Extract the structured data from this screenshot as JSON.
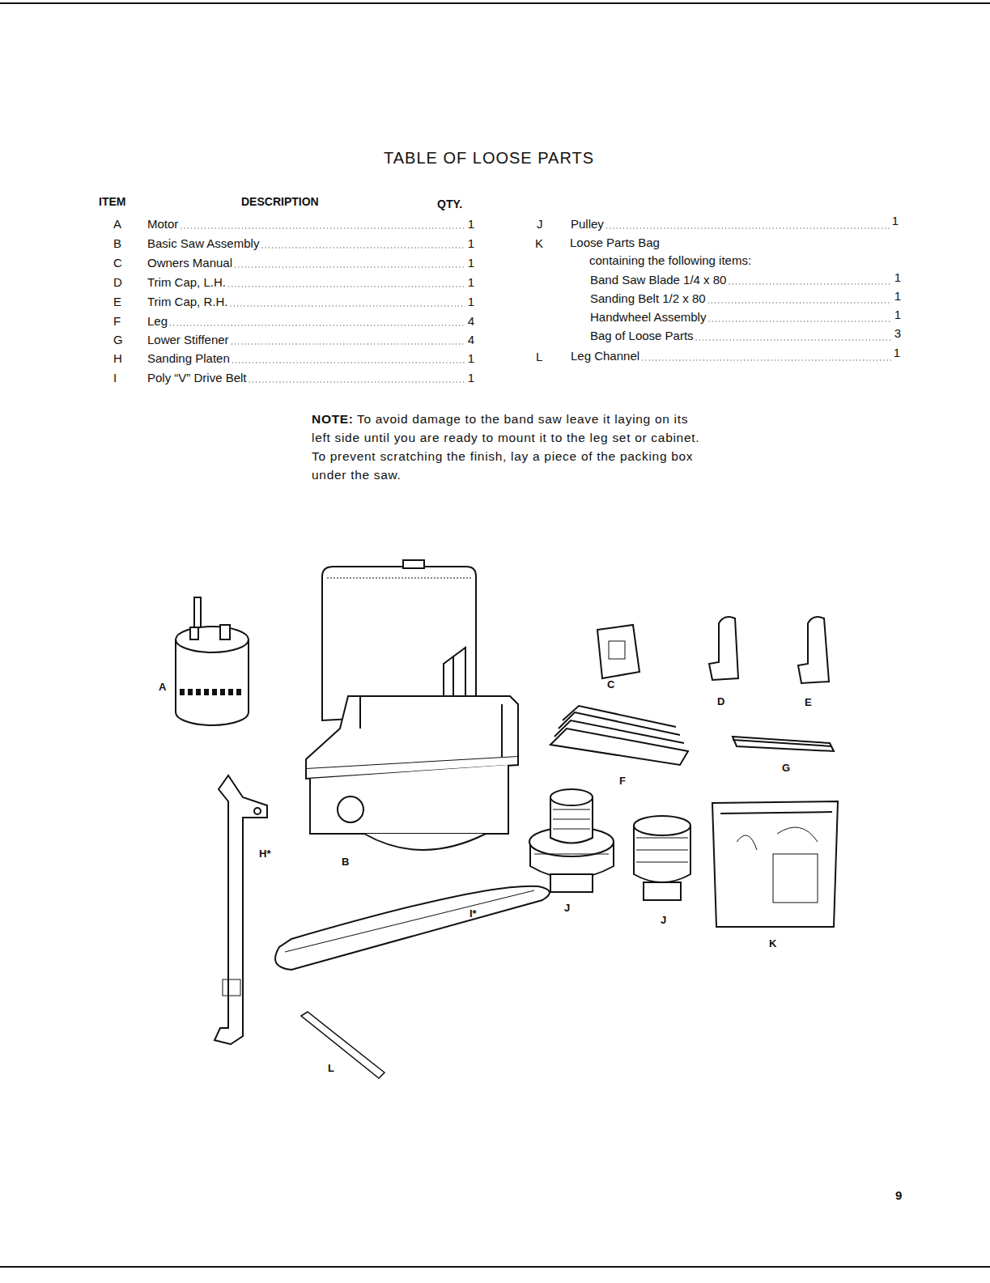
{
  "diagram": {
    "title": "TABLE OF LOOSE PARTS",
    "labels": [
      "ITEM",
      "DESCRIPTION",
      "QTY.",
      "A",
      "Motor",
      "1",
      "B",
      "Basic Saw Assembly",
      "1",
      "C",
      "Owners Manual",
      "1",
      "D",
      "Trim Cap, L.H.",
      "1",
      "E",
      "Trim Cap, R.H.",
      "1",
      "F",
      "Leg",
      "4",
      "G",
      "Lower Stiffener",
      "4",
      "H",
      "Sanding Platen",
      "1",
      "I",
      "Poly “V” Drive Belt",
      "1",
      "J",
      "Pulley",
      "1",
      "K",
      "Loose Parts Bag",
      "containing the following items:",
      "Band Saw Blade 1/4 x 80",
      "1",
      "Sanding Belt 1/2 x 80",
      "1",
      "Handwheel Assembly",
      "1",
      "Bag of Loose Parts",
      "3",
      "L",
      "Leg Channel",
      "1",
      "NOTE:",
      "To avoid damage to the band saw leave it laying on its left side until you are ready to mount it to the leg set or cabinet. To prevent scratching the finish, lay a piece of the packing box under the saw.",
      "A",
      "B",
      "C",
      "D",
      "E",
      "F",
      "G",
      "H*",
      "I*",
      "J",
      "J",
      "K",
      "L",
      "9"
    ]
  }
}
